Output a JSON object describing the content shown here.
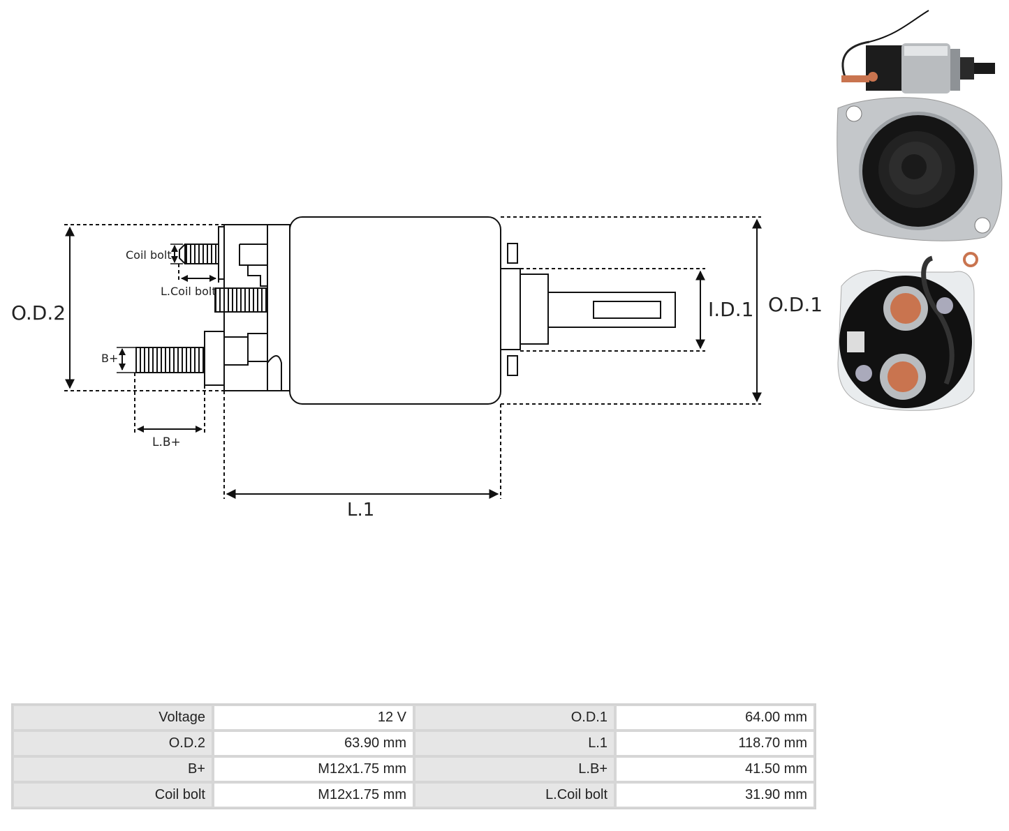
{
  "diagram": {
    "labels": {
      "od2": "O.D.2",
      "od1": "O.D.1",
      "id1": "I.D.1",
      "l1": "L.1",
      "coil_bolt": "Coil bolt",
      "l_coil_bolt": "L.Coil bolt",
      "b_plus": "B+",
      "l_b_plus": "L.B+"
    }
  },
  "photos": {
    "side_view": "solenoid side photo",
    "front_view": "solenoid flange front photo",
    "rear_view": "solenoid terminal cap photo"
  },
  "specs": {
    "rows": [
      {
        "label_a": "Voltage",
        "value_a": "12 V",
        "label_b": "O.D.1",
        "value_b": "64.00 mm"
      },
      {
        "label_a": "O.D.2",
        "value_a": "63.90 mm",
        "label_b": "L.1",
        "value_b": "118.70 mm"
      },
      {
        "label_a": "B+",
        "value_a": "M12x1.75 mm",
        "label_b": "L.B+",
        "value_b": "41.50 mm"
      },
      {
        "label_a": "Coil bolt",
        "value_a": "M12x1.75 mm",
        "label_b": "L.Coil bolt",
        "value_b": "31.90 mm"
      }
    ]
  },
  "colors": {
    "line": "#111111",
    "label_cell": "#e6e6e6",
    "border": "#d2d2d2",
    "copper": "#c9744f"
  }
}
